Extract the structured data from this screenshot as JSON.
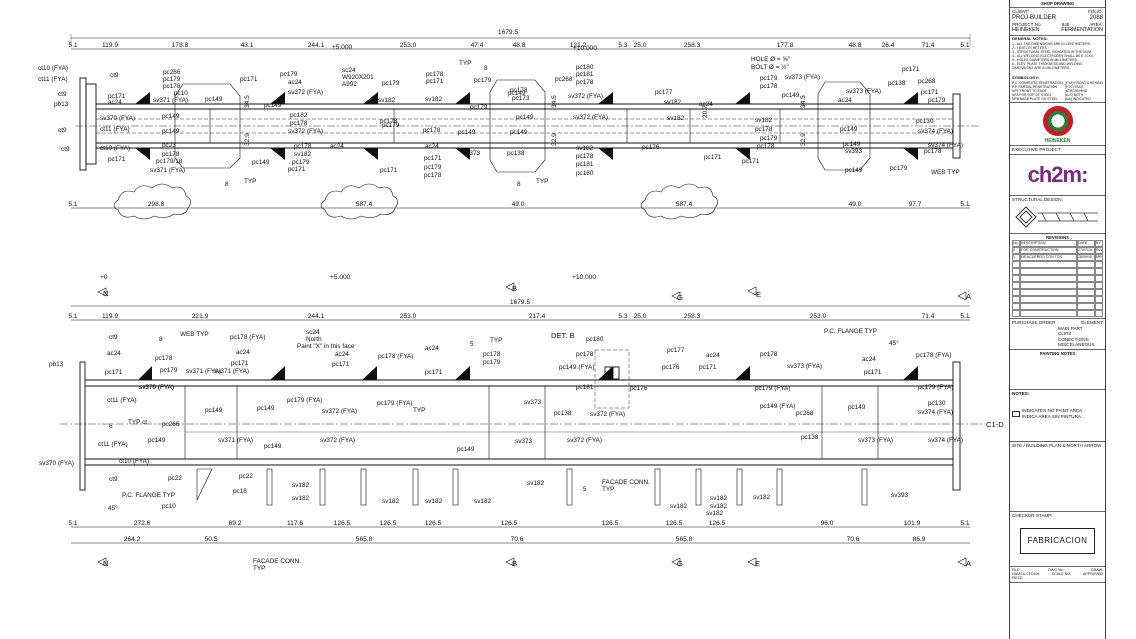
{
  "top_strip": {
    "label": "SHOP DRAWING"
  },
  "elevation_top": {
    "overall": "1679.5",
    "dims": [
      "5.1",
      "119.9",
      "178.8",
      "43.1",
      "244.1",
      "+5.000",
      "253.0",
      "47.4",
      "48.8",
      "121.2",
      "+10.000",
      "5.3",
      "25.0",
      "258.3",
      "177.8",
      "48.8",
      "26.4",
      "71.4",
      "5.1"
    ],
    "bottom_dims": [
      "5.1",
      "298.8",
      "587.4",
      "49.0",
      "587.4",
      "49.0",
      "97.7",
      "5.1"
    ],
    "side_dims": [
      "34.5",
      "32.9",
      "34.5",
      "32.9",
      "20.7",
      "34.5",
      "32.9"
    ],
    "labels": [
      "ct10 (FYA)",
      "ct11 (FYA)",
      "ct9",
      "pb13",
      "ct9",
      "ct9",
      "sv370 (FYA)",
      "ct11 (FYA)",
      "ct10 (FYA)",
      "pc171",
      "ac24",
      "pc171",
      "ct9",
      "pc266",
      "pc179",
      "pc178",
      "pc10",
      "sv371 (FYA)",
      "pc149",
      "pc149",
      "pc149",
      "pc23",
      "pc178",
      "pc179/18",
      "sv371 (FYA)",
      "pc171",
      "pc149",
      "8",
      "TYP",
      "pc179",
      "ac24",
      "sv372 (FYA)",
      "pc182",
      "pc178",
      "sv372 (FYA)",
      "pc178",
      "sv182",
      "pc179",
      "pc171",
      "pc149",
      "sc24",
      "W920X201",
      "A992",
      "pc179",
      "sv182",
      "ac24",
      "pc178",
      "pc179",
      "pc171",
      "TYP",
      "pc178",
      "pc171",
      "pc179",
      "sv182",
      "pc149",
      "pc178",
      "ac24",
      "pc171",
      "pc179",
      "pc178",
      "sv373",
      "pc149",
      "8",
      "pc178",
      "pc173",
      "pc149",
      "pc179",
      "pc149",
      "pc138",
      "8",
      "TYP",
      "pc268",
      "pc180",
      "pc181",
      "pc178",
      "sv372 (FYA)",
      "sv372 (FYA)",
      "sv182",
      "pc178",
      "pc181",
      "pc180",
      "pc176",
      "pc177",
      "sv182",
      "sv182",
      "ac24",
      "pc171",
      "HOLE Ø = ⅝\"",
      "BOLT Ø = ½\"",
      "pc179",
      "pc178",
      "sv373 (FYA)",
      "pc149",
      "sv182",
      "pc178",
      "pc179",
      "pc178",
      "pc171",
      "sv373 (FYA)",
      "ac24",
      "pc149",
      "pc149",
      "sv393",
      "pc149",
      "pc138",
      "pc171",
      "pc268",
      "pc171",
      "pc179",
      "pc130",
      "sv374 (FYA)",
      "sv374 (FYA)",
      "pc178",
      "pc179",
      "WEB TYP",
      "8"
    ]
  },
  "plan_bottom": {
    "markers_top": [
      "+0",
      "+5.000",
      "+10.000"
    ],
    "section_letters": [
      "N",
      "B",
      "G",
      "E",
      "A"
    ],
    "overall": "1679.5",
    "dims": [
      "5.1",
      "119.9",
      "221.9",
      "244.1",
      "253.0",
      "217.4",
      "5.3",
      "25.0",
      "258.3",
      "253.0",
      "71.4",
      "5.1"
    ],
    "bottom_dims1": [
      "5.1",
      "272.6",
      "69.2",
      "117.6",
      "126.5",
      "126.5",
      "126.5",
      "126.5",
      "126.5",
      "126.5",
      "126.5",
      "96.0",
      "101.9",
      "5.1"
    ],
    "bottom_dims2": [
      "264.2",
      "50.5",
      "565.8",
      "70.6",
      "565.8",
      "70.6",
      "86.9"
    ],
    "det": "DET. B",
    "gridline": "C1-D",
    "labels": [
      "pb13",
      "ct9",
      "ac24",
      "pc171",
      "sv370 (FYA)",
      "ct11 (FYA)",
      "6",
      "TYP ct",
      "ct11 (FYA)",
      "ct10 (FYA)",
      "sv370 (FYA)",
      "ct9",
      "8",
      "WEB TYP",
      "pc178",
      "pc179",
      "sv370 (FYA)",
      "sv371 (FYA)",
      "pc149",
      "pc266",
      "pc149",
      "sv371 (FYA)",
      "pc22",
      "pc10",
      "P.C. FLANGE TYP",
      "45°",
      "pc22",
      "pc18",
      "pc178 (FYA)",
      "ac24",
      "pc171",
      "sv371 (FYA)",
      "pc149",
      "pc149",
      "sc24",
      "North",
      "Paint \"X\" in this face",
      "pc179 (FYA)",
      "sv372 (FYA)",
      "sv372 (FYA)",
      "sv182",
      "sv182",
      "ac24",
      "pc171",
      "pc178 (FYA)",
      "pc179 (FYA)",
      "TYP",
      "sv182",
      "sv182",
      "ac24",
      "5",
      "TYP",
      "pc178",
      "pc179",
      "pc171",
      "sv373",
      "sv373",
      "pc149",
      "sv182",
      "pc180",
      "pc178",
      "pc149 (FYA)",
      "pc181",
      "pc138",
      "sv372 (FYA)",
      "sv372 (FYA)",
      "sv182",
      "5",
      "FACADE CONN.",
      "TYP",
      "pc177",
      "pc176",
      "pc176",
      "ac24",
      "pc171",
      "pc178",
      "sv182",
      "sv182",
      "sv182",
      "sv182",
      "sv373 (FYA)",
      "pc179 (FYA)",
      "pc149 (FYA)",
      "pc268",
      "pc138",
      "P.C. FLANGE TYP",
      "45°",
      "ac24",
      "pc171",
      "pc178 (FYA)",
      "pc179 (FYA)",
      "pc149",
      "pc130",
      "sv374 (FYA)",
      "sv373 (FYA)",
      "sv374 (FYA)",
      "sv393",
      "sv182"
    ],
    "facade": [
      "FACADE CONN.",
      "TYP"
    ]
  },
  "title_block": {
    "client_label": "CLIENT:",
    "client": "PROJ-BUILDER",
    "folio_label": "FOLIO:",
    "folio": "2088",
    "project_label": "PROJECT No.",
    "project": "848",
    "area_label": "AREA:",
    "area": "FERMENTATION",
    "owner": "HEINEKEN",
    "general_notes_title": "GENERAL NOTES:",
    "general_notes": [
      "1.- ALL THE DIMENSIONS ARE IN CENTIMETERS.",
      "2.- LEVEL IN METERS.",
      "3.- STRUCTURAL STEEL INDICATED IN THE NOM.",
      "4.- ALL WELDING ELECTRODES SHALL BE E-70XX.",
      "5.- HOLES DIAMETERS IN MILLIMETERS.",
      "6.- ELEV. PLATE THICKNESS AND WELDING DIMENSIONS ARE IN MILLIMETERS."
    ],
    "symbology_title": "SYMBOLOGY:",
    "symbology": [
      "P.C. COMPLETE PENETRATION",
      "P.P. PARTIAL PENETRATION",
      "NPT FRONT TO FACE",
      "NFA FOR TOP OF STEEL",
      "NPB BASE PLATE ON STEEL"
    ],
    "symbology_right": [
      "(FYA) FRONT & BEHIND",
      "(FTC) FACE",
      "(ATB) BEHIND",
      "(A-S) BOTH",
      "(NA) INDICATED"
    ],
    "heineken_label": "HEINEKEN",
    "executive_project": "EXECUTIVE PROJECT",
    "ch2m": "ch2m:",
    "structural_design": "STRUCTURAL DESIGN:",
    "revisions_title": "REVISIONS",
    "rev_header": [
      "No.",
      "DESCRIPTION",
      "DATE",
      "BY"
    ],
    "rev_rows": [
      [
        "0",
        "FOR CONSTRUCTION",
        "27/07/16",
        "RLV"
      ],
      [
        "1",
        "DE ACUERDO CON TCN",
        "28/09/16",
        "MRG"
      ]
    ],
    "purchase_order": "PURCHASE ORDER",
    "element": "ELEMENT",
    "elements": [
      "MAIN PART",
      "CLIPS",
      "CONECTIONS",
      "MISCELANEOUS"
    ],
    "painting_notes": "PAINTING NOTES",
    "notes": "NOTES:",
    "notes_text": [
      "INDICATES NO PAINT AREA.",
      "INDICA AREA SIN PINTURA."
    ],
    "key_plan": "SITE / BUILDING PLAN & NORTH ARROW",
    "checker_stamp": "CHECKER STAMP:",
    "stamp": "FABRICACION",
    "footer": [
      "FILE:",
      "DWG No.",
      "DRAW:",
      "HAMCA-CFD104",
      "SCALE N/A",
      "APPROVED",
      "PIECE"
    ]
  },
  "colors": {
    "line": "#111111",
    "ch2m": "#7b2a7f",
    "heineken_green": "#2d7d3a",
    "heineken_red": "#c41e28"
  }
}
